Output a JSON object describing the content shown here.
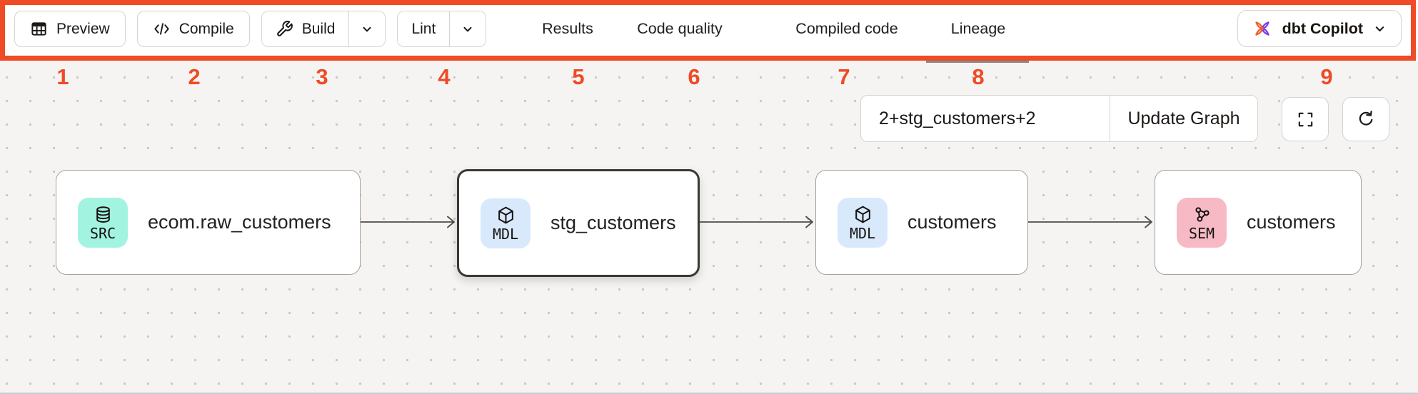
{
  "toolbar": {
    "buttons": {
      "preview": "Preview",
      "compile": "Compile",
      "build": "Build",
      "lint": "Lint"
    },
    "tabs": {
      "results": "Results",
      "code_quality": "Code quality",
      "compiled_code": "Compiled code",
      "lineage": "Lineage"
    },
    "active_tab": "Lineage",
    "copilot": {
      "label": "dbt Copilot"
    }
  },
  "annotation": {
    "color": "#ee4b26",
    "labels": [
      "1",
      "2",
      "3",
      "4",
      "5",
      "6",
      "7",
      "8",
      "9"
    ]
  },
  "lineage": {
    "selector": {
      "value": "2+stg_customers+2",
      "update_label": "Update Graph"
    },
    "nodes": [
      {
        "badge": "SRC",
        "badge_color": "#a2f3e0",
        "icon": "database-icon",
        "label": "ecom.raw_customers",
        "selected": false
      },
      {
        "badge": "MDL",
        "badge_color": "#d9e9fc",
        "icon": "cube-icon",
        "label": "stg_customers",
        "selected": true
      },
      {
        "badge": "MDL",
        "badge_color": "#d9e9fc",
        "icon": "cube-icon",
        "label": "customers",
        "selected": false
      },
      {
        "badge": "SEM",
        "badge_color": "#f7bac5",
        "icon": "semantic-model-icon",
        "label": "customers",
        "selected": false
      }
    ],
    "edges": [
      {
        "from": "ecom.raw_customers",
        "to": "stg_customers"
      },
      {
        "from": "stg_customers",
        "to": "customers"
      },
      {
        "from": "customers",
        "to": "customers"
      }
    ]
  }
}
